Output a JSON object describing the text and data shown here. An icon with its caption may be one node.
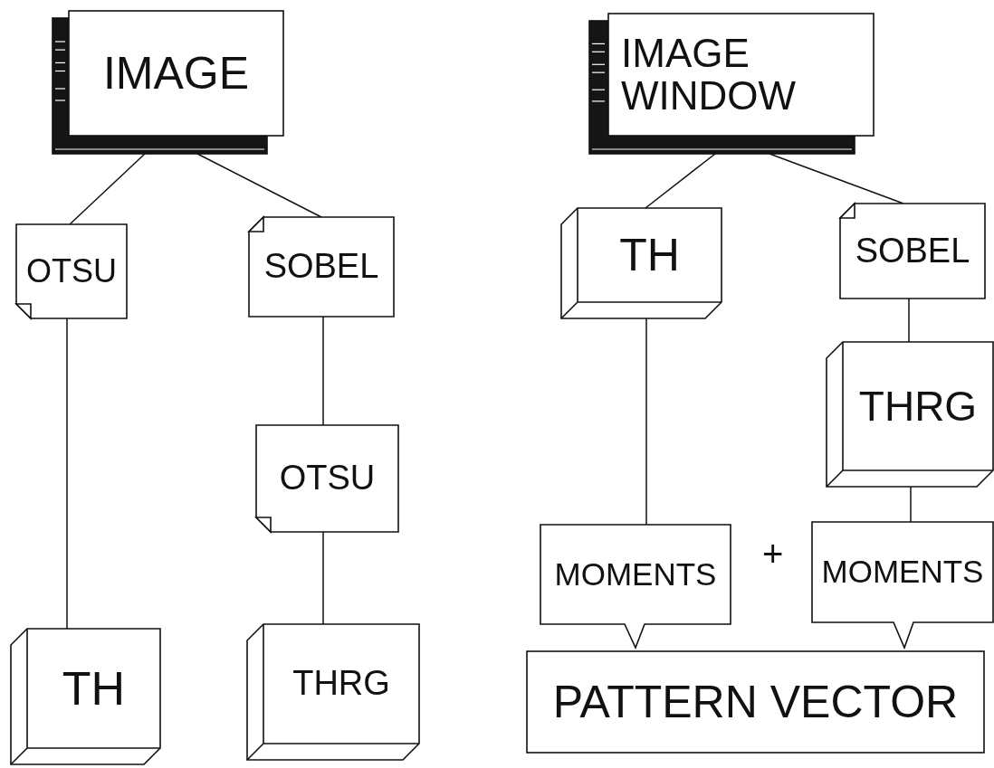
{
  "diagram": {
    "nodes": [
      {
        "text": [
          "IMAGE"
        ]
      },
      {
        "text": [
          "OTSU"
        ]
      },
      {
        "text": [
          "SOBEL"
        ]
      },
      {
        "text": [
          "OTSU"
        ]
      },
      {
        "text": [
          "TH"
        ]
      },
      {
        "text": [
          "THRG"
        ]
      },
      {
        "text": [
          "IMAGE WINDOW"
        ]
      },
      {
        "text": [
          "TH"
        ]
      },
      {
        "text": [
          "SOBEL"
        ]
      },
      {
        "text": [
          "THRG"
        ]
      },
      {
        "text": [
          "MOMENTS"
        ]
      },
      {
        "text": [
          "MOMENTS"
        ]
      },
      {
        "text": [
          "PATTERN VECTOR"
        ]
      }
    ],
    "edges": [
      {
        "from": 0,
        "to": 1,
        "arrow": "none"
      },
      {
        "from": 0,
        "to": 2,
        "arrow": "none"
      },
      {
        "from": 1,
        "to": 4,
        "arrow": "none"
      },
      {
        "from": 2,
        "to": 3,
        "arrow": "none"
      },
      {
        "from": 3,
        "to": 5,
        "arrow": "none"
      },
      {
        "from": 6,
        "to": 7,
        "arrow": "none"
      },
      {
        "from": 6,
        "to": 8,
        "arrow": "none"
      },
      {
        "from": 7,
        "to": 10,
        "arrow": "none"
      },
      {
        "from": 8,
        "to": 9,
        "arrow": "none"
      },
      {
        "from": 9,
        "to": 11,
        "arrow": "none"
      }
    ],
    "labels": [
      "+"
    ]
  }
}
